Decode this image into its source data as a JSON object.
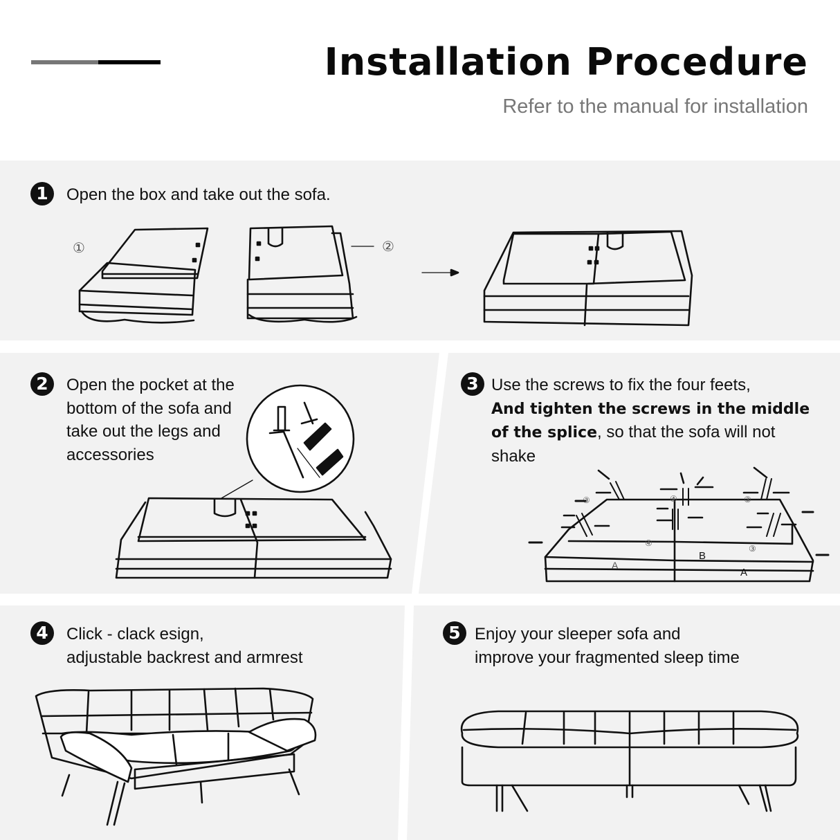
{
  "header": {
    "title": "Installation Procedure",
    "subtitle": "Refer to the manual for installation",
    "accent_colors": {
      "bar_left": "#777777",
      "bar_right": "#000000",
      "panel_bg": "#f2f2f2"
    }
  },
  "steps": [
    {
      "number": "1",
      "text": "Open the box and take out the sofa.",
      "labels": [
        "①",
        "②"
      ]
    },
    {
      "number": "2",
      "lines": [
        "Open the pocket at the",
        "bottom of the sofa and",
        "take out the legs and",
        "accessories"
      ]
    },
    {
      "number": "3",
      "line1": "Use the screws to fix the four feets,",
      "bold": "And tighten the screws in the middle of the splice",
      "rest": ", so that the sofa will not shake",
      "labels": [
        "③",
        "④",
        "B",
        "A"
      ]
    },
    {
      "number": "4",
      "lines": [
        "Click - clack esign,",
        "adjustable backrest and armrest"
      ]
    },
    {
      "number": "5",
      "lines": [
        "Enjoy your sleeper sofa and",
        "improve your fragmented sleep time"
      ]
    }
  ]
}
